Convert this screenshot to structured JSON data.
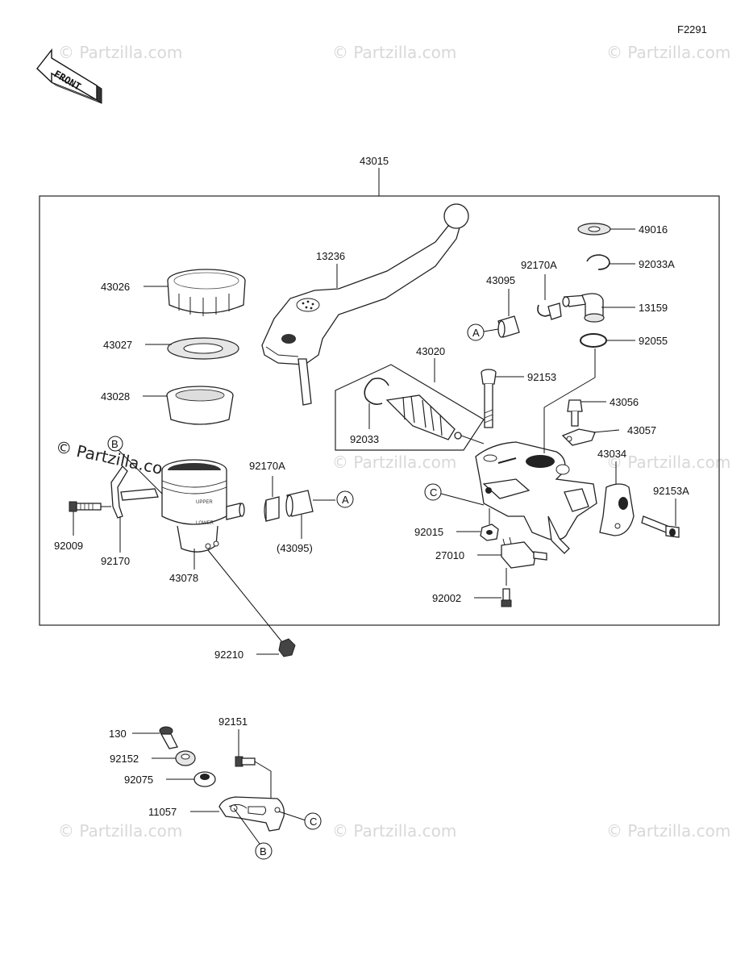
{
  "figure_code": "F2291",
  "front_label": "FRONT",
  "watermark": "© Partzilla.com",
  "assembly_label": "43015",
  "bubbles": {
    "a": "A",
    "b": "B",
    "c": "C"
  },
  "parts": {
    "p13236": "13236",
    "p43026": "43026",
    "p43027": "43027",
    "p43028": "43028",
    "p49016": "49016",
    "p92033A": "92033A",
    "p92170A_top": "92170A",
    "p43095_top": "43095",
    "p13159": "13159",
    "p92055": "92055",
    "p43020": "43020",
    "p92153": "92153",
    "p43056": "43056",
    "p43057": "43057",
    "p43034": "43034",
    "p92033": "92033",
    "p92170A_mid": "92170A",
    "p43095_paren": "(43095)",
    "p92009": "92009",
    "p92170": "92170",
    "p43078": "43078",
    "p92153A": "92153A",
    "p92015": "92015",
    "p27010": "27010",
    "p92002": "92002",
    "p92210": "92210",
    "p130": "130",
    "p92151": "92151",
    "p92152": "92152",
    "p92075": "92075",
    "p11057": "11057"
  }
}
